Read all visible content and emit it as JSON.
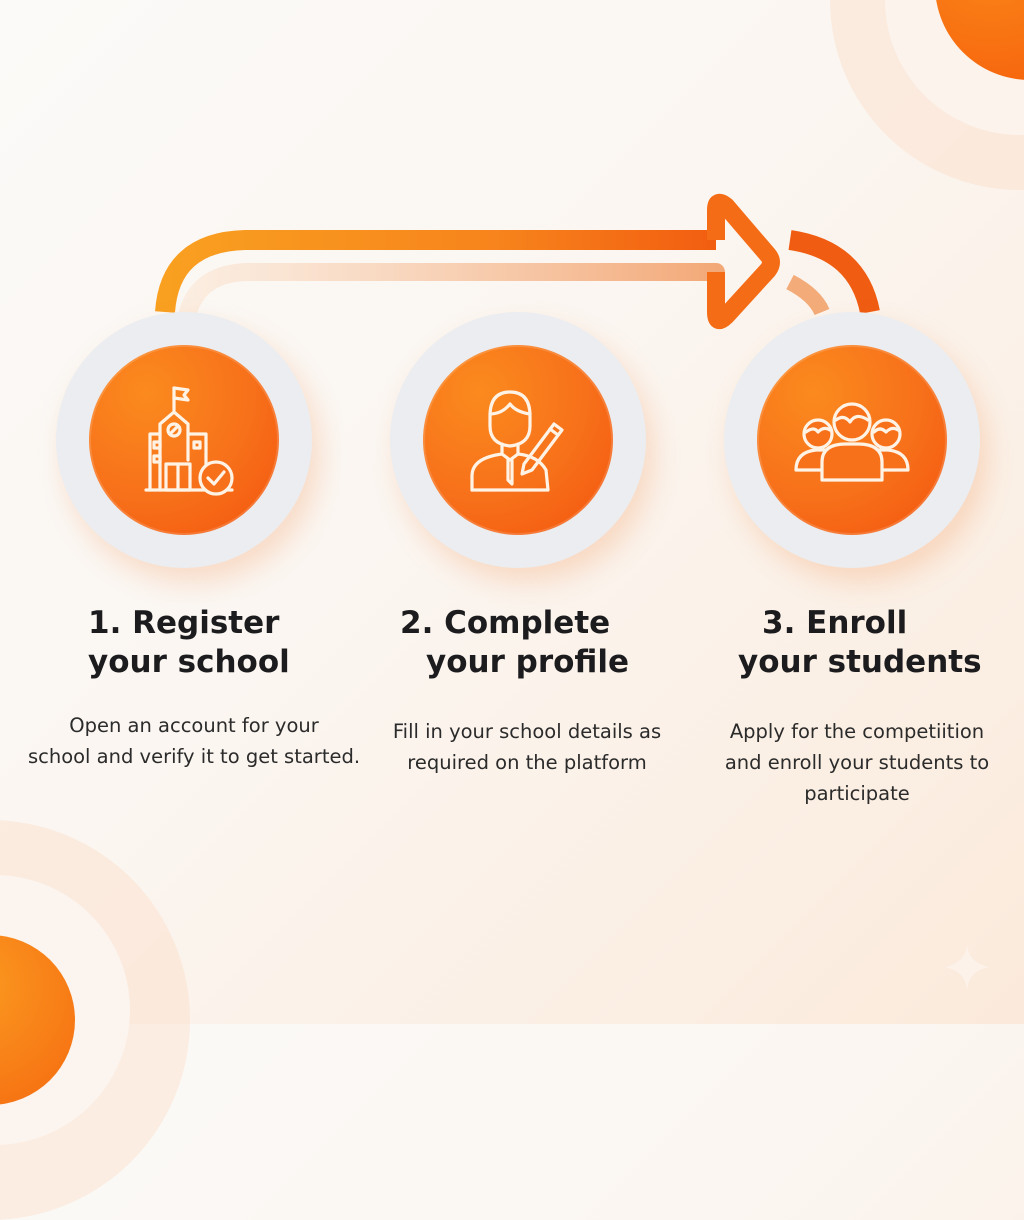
{
  "colors": {
    "accent_orange": "#f7701a",
    "accent_orange_dark": "#f3530c",
    "accent_orange_light": "#fb9a20",
    "ring_gray": "#ebedf0",
    "text_dark": "#1c1c1e"
  },
  "steps": [
    {
      "number": "1.",
      "title_line1": "1. Register",
      "title_line2": "your school",
      "description_line1": "Open an account for your",
      "description_line2": "school and verify it to get started.",
      "icon": "school-building-check-icon"
    },
    {
      "number": "2.",
      "title_line1": "2. Complete",
      "title_line2": "your profile",
      "description_line1": "Fill in your school details as",
      "description_line2": "required on the platform",
      "icon": "user-edit-pencil-icon"
    },
    {
      "number": "3.",
      "title_line1": "3. Enroll",
      "title_line2": "your students",
      "description_line1": "Apply for the competiition",
      "description_line2": "and enroll your students to",
      "description_line3": "participate",
      "icon": "student-group-icon"
    }
  ],
  "connector": {
    "icon": "right-arrow-icon"
  },
  "decor": {
    "sparkle": "sparkle-icon"
  }
}
